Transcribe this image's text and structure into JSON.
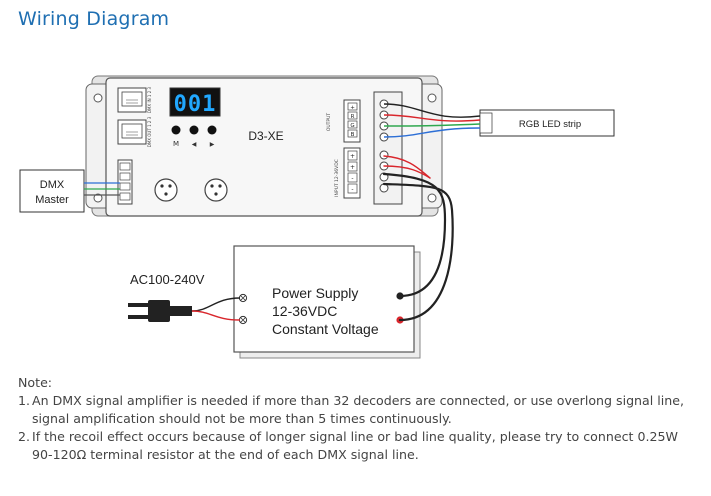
{
  "title": "Wiring Diagram",
  "device": {
    "model": "D3-XE",
    "display": "001",
    "button_labels": [
      "M",
      "◀",
      "▶"
    ],
    "port_labels": [
      "DMX IN 1 2 3",
      "DMX OUT 1 2 3"
    ],
    "output_label": "OUTPUT",
    "output_terminals": [
      "+",
      "R",
      "G",
      "B"
    ],
    "input_label": "INPUT 12-36VDC",
    "input_terminals": [
      "+",
      "+",
      "-",
      "-"
    ]
  },
  "dmx_master": {
    "line1": "DMX",
    "line2": "Master"
  },
  "led_strip": {
    "label": "RGB LED strip"
  },
  "power_supply": {
    "line1": "Power Supply",
    "line2": "12-36VDC",
    "line3": "Constant Voltage",
    "input_label": "AC100-240V"
  },
  "notes": {
    "heading": "Note:",
    "items": [
      {
        "number": "1.",
        "text": "An DMX signal amplifier is needed if more than 32 decoders are connected, or use overlong signal line, signal amplification should not be more than 5 times continuously."
      },
      {
        "number": "2.",
        "text": "If the recoil effect occurs because of longer signal line or bad line quality, please try to connect 0.25W 90-120Ω terminal resistor at the end of each DMX signal line."
      }
    ]
  },
  "colors": {
    "title": "#1f6fb2",
    "display_bg": "#111111",
    "display_digits": "#21a8ff",
    "wire_red": "#d9262c",
    "wire_green": "#2fa84f",
    "wire_blue": "#2d6fd6",
    "wire_black": "#222222"
  }
}
